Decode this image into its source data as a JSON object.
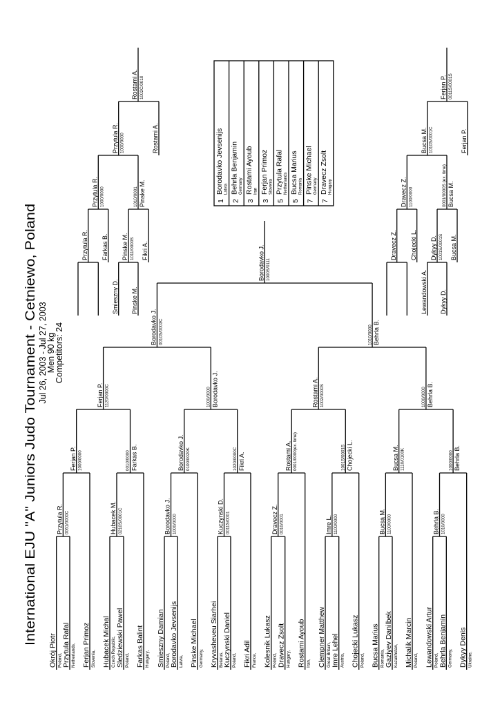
{
  "header": {
    "title": "International EJU \"A\" Juniors Judo Tournament - Cetniewo, Poland",
    "dates": "Jul 26, 2003 - Jul 27, 2003",
    "category": "Men 90 kg",
    "competitors": "Competitors: 24"
  },
  "entrants": [
    {
      "name": "Okrój Piotr",
      "country": "Poland,"
    },
    {
      "name": "Przytula Rafal",
      "country": "Netherlands,"
    },
    {
      "name": "Ferjan Primoz",
      "country": "Slovenia,"
    },
    {
      "name": "Hubacek Michal",
      "country": "Czech Republic,"
    },
    {
      "name": "Sledziewski Pawel",
      "country": "Poland,"
    },
    {
      "name": "Farkas Balint",
      "country": "Hungary,"
    },
    {
      "name": "Smieszny Damian",
      "country": "Poland,"
    },
    {
      "name": "Borodavko Jevsenijs",
      "country": "Latvia,"
    },
    {
      "name": "Pinske Michael",
      "country": "Germany,"
    },
    {
      "name": "Kryvasheveu Siarhei",
      "country": "Belarus,"
    },
    {
      "name": "Kuczynski Daniel",
      "country": "Poland,"
    },
    {
      "name": "Fikri Adil",
      "country": "France,"
    },
    {
      "name": "Kolesnik Lukasz",
      "country": "Poland,"
    },
    {
      "name": "Dravecz Zsolt",
      "country": "Hungary,"
    },
    {
      "name": "Rostami Ayoub",
      "country": "Iran,"
    },
    {
      "name": "Clempner Matthew",
      "country": "Great Britain,"
    },
    {
      "name": "Imre Lehel",
      "country": "Austria,"
    },
    {
      "name": "Chojecki Lukasz",
      "country": "Poland,"
    },
    {
      "name": "Bucsa Marius",
      "country": "Romania,"
    },
    {
      "name": "Gaziyev Danilbek",
      "country": "Kazakhstan,"
    },
    {
      "name": "Michalik Marcin",
      "country": "Poland,"
    },
    {
      "name": "Lewandowski Artur",
      "country": "Poland,"
    },
    {
      "name": "Behrla Benjamin",
      "country": "Germany,"
    },
    {
      "name": "Dykyy Denis",
      "country": "Ukraine,"
    }
  ],
  "main_bracket": {
    "round1": [
      {
        "name": "Przytula R.",
        "score": "0061/0000C"
      },
      {
        "name": "Hubacek M.",
        "score": "0210S/0001C"
      },
      {
        "name": "Borodavko J.",
        "score": "1000/0000"
      },
      {
        "name": "Kuczynski D.",
        "score": "0011S/0001"
      },
      {
        "name": "Dravecz Z.",
        "score": "0010/0001"
      },
      {
        "name": "Imre L.",
        "score": "1100/0000"
      },
      {
        "name": "Bucsa M.",
        "score": "1100/0000"
      },
      {
        "name": "Behrla B.",
        "score": "1010/0000"
      }
    ],
    "round2": [
      {
        "name": "Ferjan P.",
        "score": "1000/0000"
      },
      {
        "name": "Farkas B.",
        "score": "0010/0000"
      },
      {
        "name": "Borodavko J.",
        "score": "0100/0020K"
      },
      {
        "name": "Fikri A.",
        "score": "1020/0000C"
      },
      {
        "name": "Rostami A.",
        "score": "0001/0000(ex. time)"
      },
      {
        "name": "Chojecki L.",
        "score": "1001S/0001S"
      },
      {
        "name": "Bucsa M.",
        "score": "1110/0100K"
      },
      {
        "name": "Behrla B.",
        "score": "1000/0000"
      }
    ],
    "round3": [
      {
        "name": "Ferjan P.",
        "score": "1120/0000C"
      },
      {
        "name": "Borodavko J.",
        "score": "1000/0000"
      },
      {
        "name": "Rostami A.",
        "score": "1002/0000S"
      },
      {
        "name": "Behrla B.",
        "score": "1000/0000"
      }
    ],
    "semifinal": [
      {
        "name": "Borodavko J.",
        "score": "0010S/0003C"
      },
      {
        "name": "Behrla B.",
        "score": "1010/0000"
      }
    ],
    "final": {
      "name": "Borodavko J.",
      "score": "1000S/0111"
    }
  },
  "repechage": {
    "left": {
      "r1_winner": {
        "name": "Przytula R."
      },
      "r1_opponent": {
        "name": "Farkas B."
      },
      "r2_winner": {
        "name": "Przytula R.",
        "score": "1000/0000"
      },
      "r1b_first": {
        "name": "Smieszny D."
      },
      "r1b_second": {
        "name": "Pinske M."
      },
      "r1b_winner": {
        "name": "Pinske M.",
        "score": "1011/0000S"
      },
      "r1b_opponent": {
        "name": "Fikri A."
      },
      "r2b_winner": {
        "name": "Pinske M.",
        "score": "1010/0001"
      },
      "semi_winner": {
        "name": "Przytula R.",
        "score": "1000/0000"
      },
      "bronze_opponent": {
        "name": "Rostami A."
      },
      "bronze_winner": {
        "name": "Rostami A.",
        "score": "1002C/0010"
      }
    },
    "right": {
      "r1_winner": {
        "name": "Dravecz Z."
      },
      "r1_opponent": {
        "name": "Chojecki L."
      },
      "r2_winner": {
        "name": "Dravecz Z.",
        "score": "1100/0000"
      },
      "r1b_first": {
        "name": "Lewandowski A."
      },
      "r1b_second": {
        "name": "Dykyy D."
      },
      "r1b_winner": {
        "name": "Dykyy D.",
        "score": "1001S/0001S"
      },
      "r1b_opponent": {
        "name": "Bucsa M."
      },
      "r2b_winner": {
        "name": "Bucsa M.",
        "score": "0001/0000S (ex. time)"
      },
      "semi_winner": {
        "name": "Bucsa M.",
        "score": "1010S/0001C"
      },
      "bronze_opponent": {
        "name": "Ferjan P."
      },
      "bronze_winner": {
        "name": "Ferjan P.",
        "score": "0011S/0001S"
      }
    }
  },
  "results": [
    {
      "place": "1",
      "name": "Borodavko Jevsenijs",
      "country": "Latvia"
    },
    {
      "place": "2",
      "name": "Behrla Benjamin",
      "country": "Germany"
    },
    {
      "place": "3",
      "name": "Rostami Ayoub",
      "country": "Iran"
    },
    {
      "place": "3",
      "name": "Ferjan Primoz",
      "country": "Slovenia"
    },
    {
      "place": "5",
      "name": "Przytula Rafal",
      "country": "Netherlands"
    },
    {
      "place": "5",
      "name": "Bucsa Marius",
      "country": "Romania"
    },
    {
      "place": "7",
      "name": "Pinske Michael",
      "country": "Germany"
    },
    {
      "place": "7",
      "name": "Dravecz Zsolt",
      "country": "Hungary"
    }
  ]
}
